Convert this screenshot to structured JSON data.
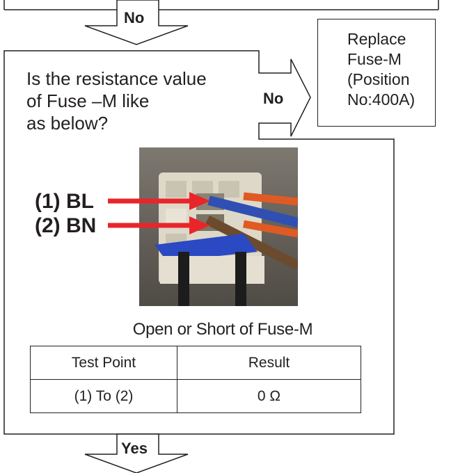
{
  "flow": {
    "top_arrow_label": "No",
    "side_arrow_label": "No",
    "bottom_arrow_label": "Yes"
  },
  "question": {
    "text": "Is the resistance value\nof Fuse –M like\nas below?"
  },
  "action": {
    "text": "Replace\nFuse-M\n(Position\nNo:400A)"
  },
  "photo": {
    "callouts": [
      {
        "label": "(1) BL"
      },
      {
        "label": "(2) BN"
      }
    ]
  },
  "table": {
    "title": "Open or Short of Fuse-M",
    "headers": [
      "Test Point",
      "Result"
    ],
    "rows": [
      [
        "(1) To (2)",
        "0 Ω"
      ]
    ]
  },
  "colors": {
    "line": "#231f20",
    "callout_arrow": "#e8262a",
    "wire_blue": "#2f4fb3",
    "wire_brown": "#6b4a2e",
    "wire_orange": "#e05a24"
  }
}
